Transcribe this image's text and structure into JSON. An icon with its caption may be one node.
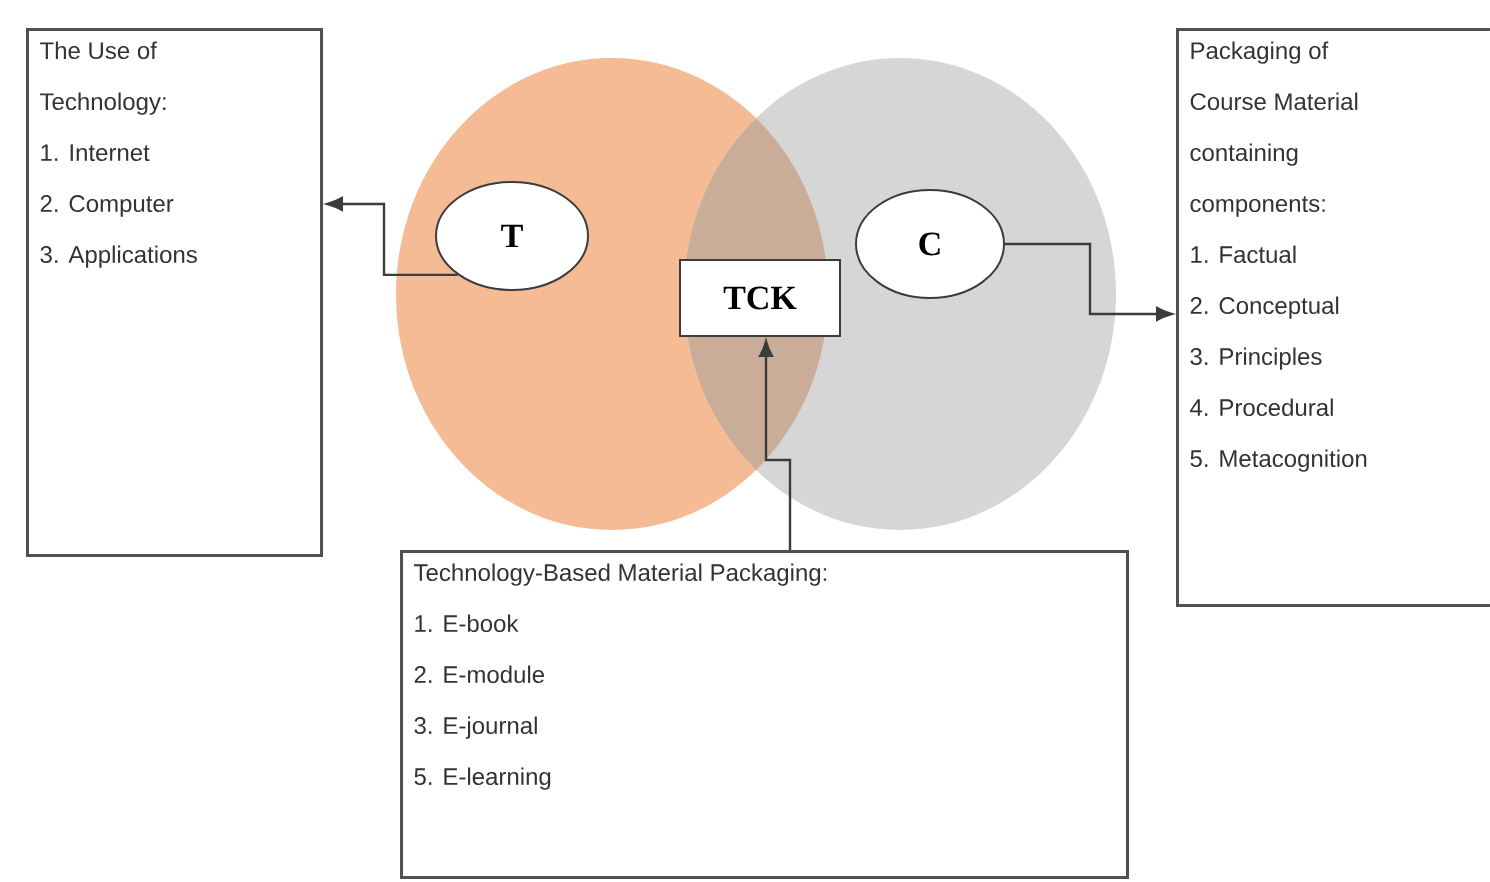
{
  "diagram": {
    "nodes": [
      {
        "text": [
          "The Use of Technology:",
          "1. Internet",
          "2. Computer",
          "3. Applications"
        ]
      },
      {
        "text": [
          "T"
        ]
      },
      {
        "text": [
          "TCK"
        ]
      },
      {
        "text": [
          "C"
        ]
      },
      {
        "text": [
          "Packaging of Course Material containing components:",
          "1. Factual",
          "2. Conceptual",
          "3. Principles",
          "4. Procedural",
          "5. Metacognition"
        ]
      },
      {
        "text": [
          "Technology-Based Material Packaging:",
          "1. E-book",
          "2. E-module",
          "3. E-journal",
          "5. E-learning"
        ]
      }
    ],
    "edges": [
      {
        "from": 1,
        "to": 0,
        "arrow": "to"
      },
      {
        "from": 3,
        "to": 4,
        "arrow": "to"
      },
      {
        "from": 5,
        "to": 2,
        "arrow": "to"
      }
    ]
  }
}
